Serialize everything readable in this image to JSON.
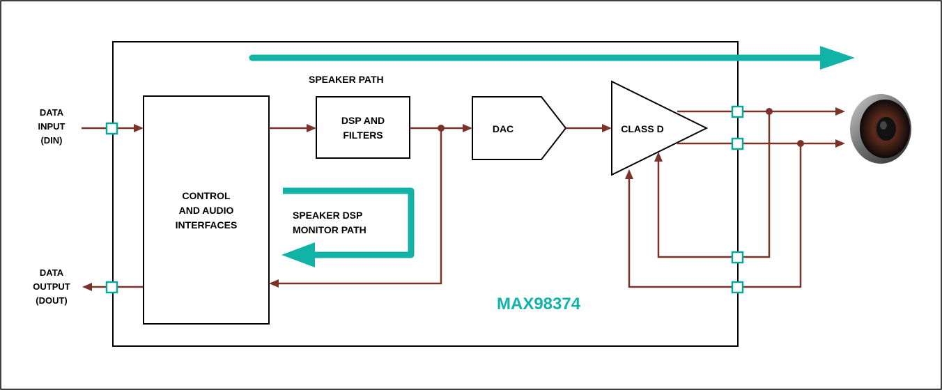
{
  "colors": {
    "signal_wire": "#7b3229",
    "teal_accent": "#10b3a6",
    "pin_outline": "#0aa89b",
    "block_outline": "#000000"
  },
  "labels": {
    "data_input": [
      "DATA",
      "INPUT",
      "(DIN)"
    ],
    "data_output": [
      "DATA",
      "OUTPUT",
      "(DOUT)"
    ],
    "speaker_path": "SPEAKER PATH",
    "control_block": [
      "CONTROL",
      "AND AUDIO",
      "INTERFACES"
    ],
    "dsp_block": [
      "DSP AND",
      "FILTERS"
    ],
    "dac_block": "DAC",
    "class_d_block": "CLASS D",
    "monitor_path": [
      "SPEAKER DSP",
      "MONITOR PATH"
    ],
    "chip_name": "MAX98374"
  },
  "icons": {
    "speaker": "speaker-icon"
  }
}
